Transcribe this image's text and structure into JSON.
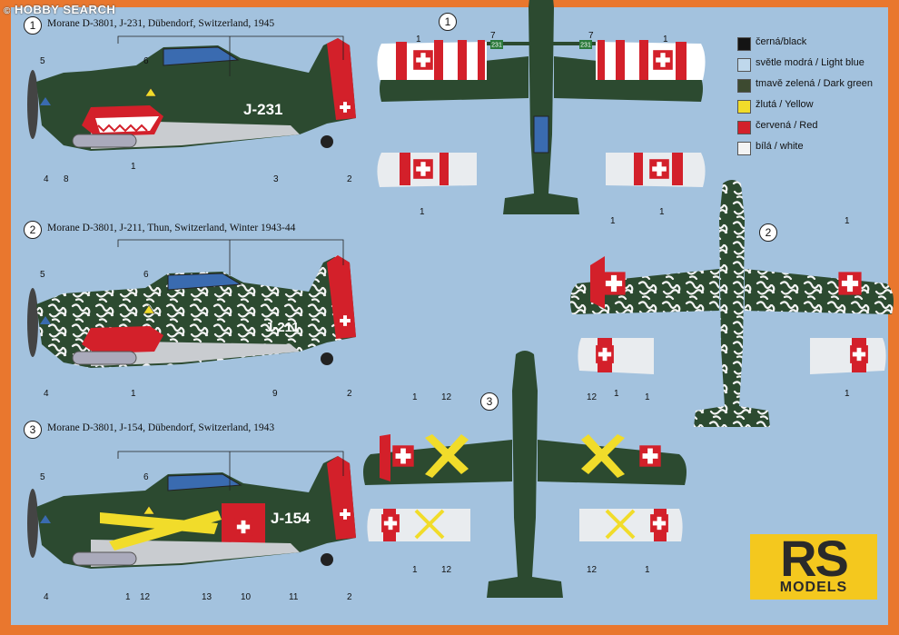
{
  "watermark": {
    "text": "HOBBY SEARCH",
    "copyright": "©"
  },
  "profiles": [
    {
      "number": "1",
      "caption": "Morane D-3801, J-231, Dübendorf, Switzerland, 1945",
      "code": "J-231"
    },
    {
      "number": "2",
      "caption": "Morane D-3801, J-211, Thun, Switzerland, Winter 1943-44",
      "code": "J-211"
    },
    {
      "number": "3",
      "caption": "Morane D-3801, J-154, Dübendorf, Switzerland, 1943",
      "code": "J-154"
    }
  ],
  "callouts": {
    "p1": [
      "5",
      "6",
      "4",
      "8",
      "1",
      "3",
      "2"
    ],
    "p2": [
      "5",
      "6",
      "4",
      "1",
      "9",
      "2"
    ],
    "p3": [
      "5",
      "6",
      "4",
      "1",
      "12",
      "13",
      "10",
      "11",
      "2"
    ],
    "top1": [
      "1",
      "7",
      "7",
      "1",
      "1",
      "1"
    ],
    "top1_tags": [
      "231",
      "231"
    ],
    "top2": [
      "1",
      "1",
      "1",
      "1"
    ],
    "top3": [
      "1",
      "12",
      "12",
      "1",
      "1",
      "12",
      "12",
      "1"
    ]
  },
  "legend": [
    {
      "label": "černá/black",
      "color": "#141414"
    },
    {
      "label": "světle modrá / Light blue",
      "color": "#bfd8ec"
    },
    {
      "label": "tmavě zelená / Dark green",
      "color": "#3d4a30"
    },
    {
      "label": "žlutá / Yellow",
      "color": "#f1dc2a"
    },
    {
      "label": "červená / Red",
      "color": "#d3202a"
    },
    {
      "label": "bílá / white",
      "color": "#f3f3f3"
    }
  ],
  "logo": {
    "letters": "RS",
    "subtitle": "MODELS"
  },
  "colors": {
    "border": "#e9772e",
    "background": "#a3c2de",
    "green": "#2c4a2c",
    "red": "#d3202a"
  }
}
